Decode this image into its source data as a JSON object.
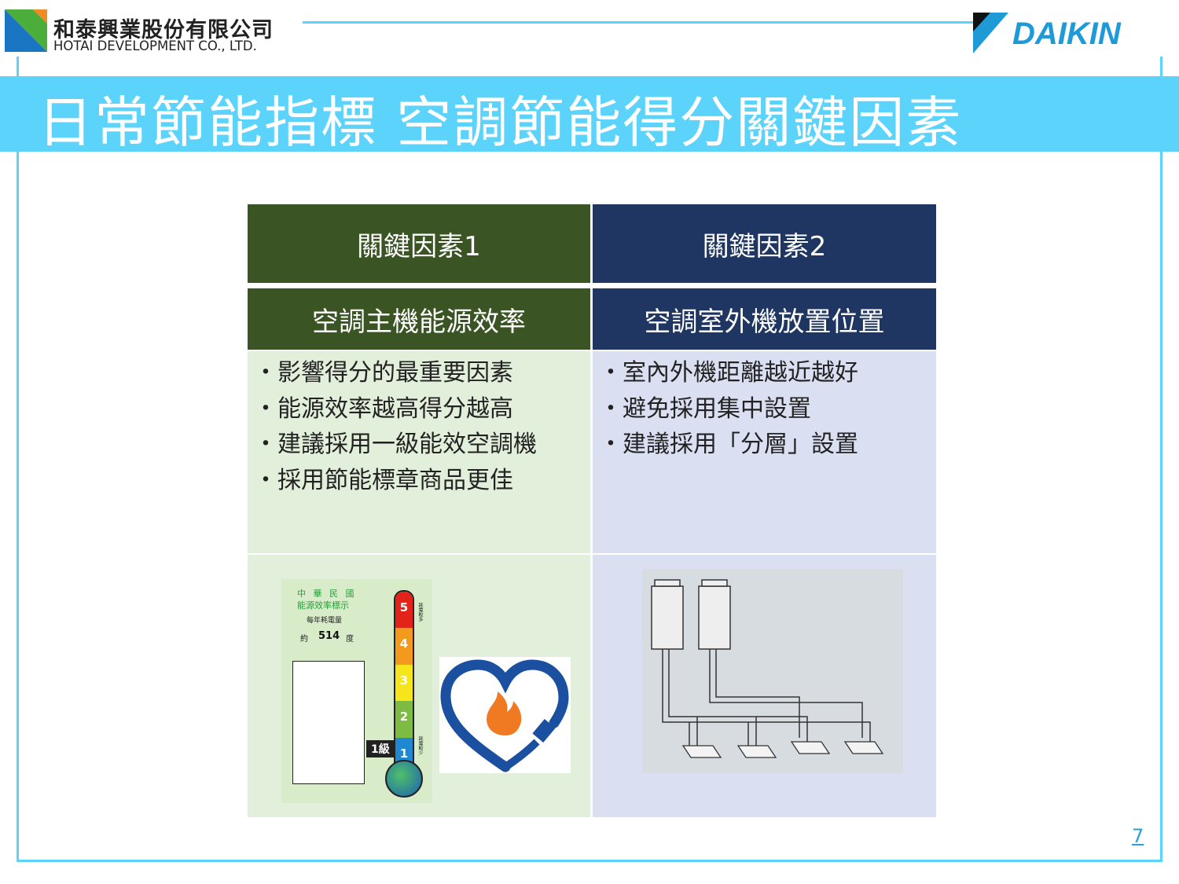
{
  "company": {
    "name_zh": "和泰興業股份有限公司",
    "name_en": "HOTAI DEVELOPMENT CO., LTD."
  },
  "brand": "DAIKIN",
  "title": "日常節能指標 空調節能得分關鍵因素",
  "columns": [
    {
      "header": "關鍵因素1",
      "subheader": "空調主機能源效率",
      "bullets": [
        "影響得分的最重要因素",
        "能源效率越高得分越高",
        "建議採用一級能效空調機",
        "採用節能標章商品更佳"
      ]
    },
    {
      "header": "關鍵因素2",
      "subheader": "空調室外機放置位置",
      "bullets": [
        "室內外機距離越近越好",
        "避免採用集中設置",
        "建議採用「分層」設置"
      ]
    }
  ],
  "energy_label": {
    "line1": "中 華 民 國",
    "line2": "能源效率標示",
    "line3": "每年耗電量",
    "approx": "約",
    "kwh": "514",
    "unit": "度",
    "grade_text": "1級",
    "levels": [
      "5",
      "4",
      "3",
      "2",
      "1"
    ],
    "level_colors": [
      "#e32219",
      "#f39a1e",
      "#f6e51a",
      "#7dbb42",
      "#1f88d0"
    ],
    "top_note": "耗電較多",
    "bottom_note": "耗電較少"
  },
  "page_number": "7"
}
